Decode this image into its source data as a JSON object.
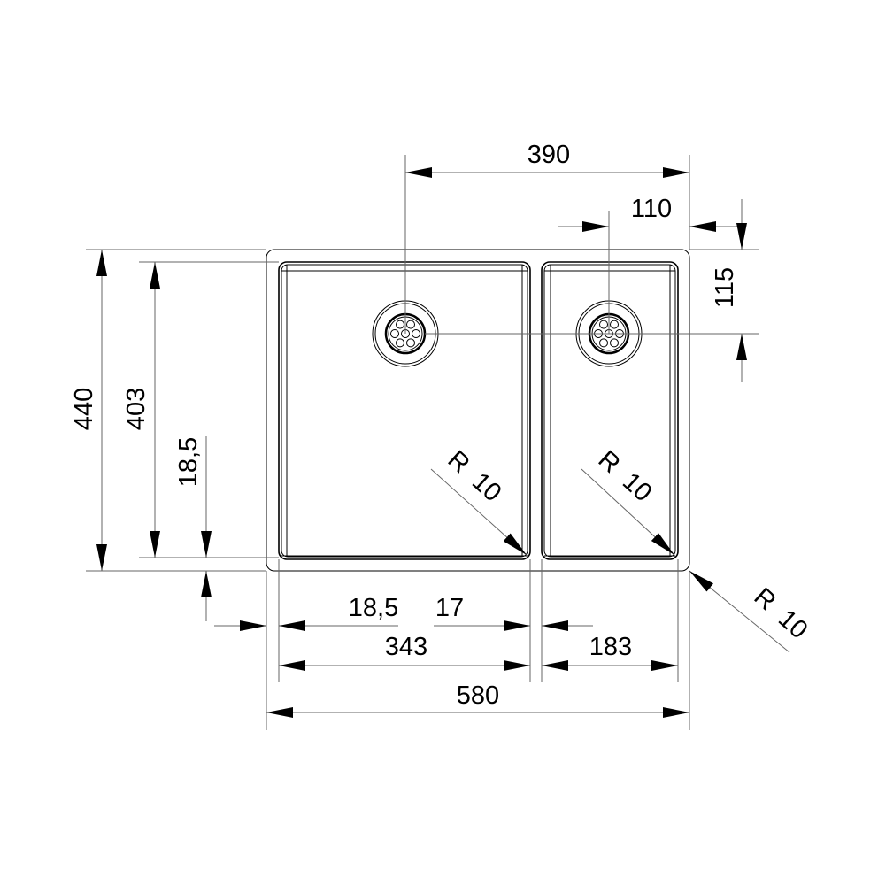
{
  "drawing": {
    "overall_width": "580",
    "overall_depth": "440",
    "bowl_depth": "403",
    "rim_offset_vertical": "18,5",
    "rim_offset_horizontal": "18,5",
    "divider_width": "17",
    "left_bowl_width": "343",
    "right_bowl_width": "183",
    "drain_distance_left": "390",
    "drain_distance_right": "110",
    "drain_offset_top": "115",
    "radius_left_bowl": "R  10",
    "radius_right_bowl": "R  10",
    "radius_outer": "R  10"
  }
}
